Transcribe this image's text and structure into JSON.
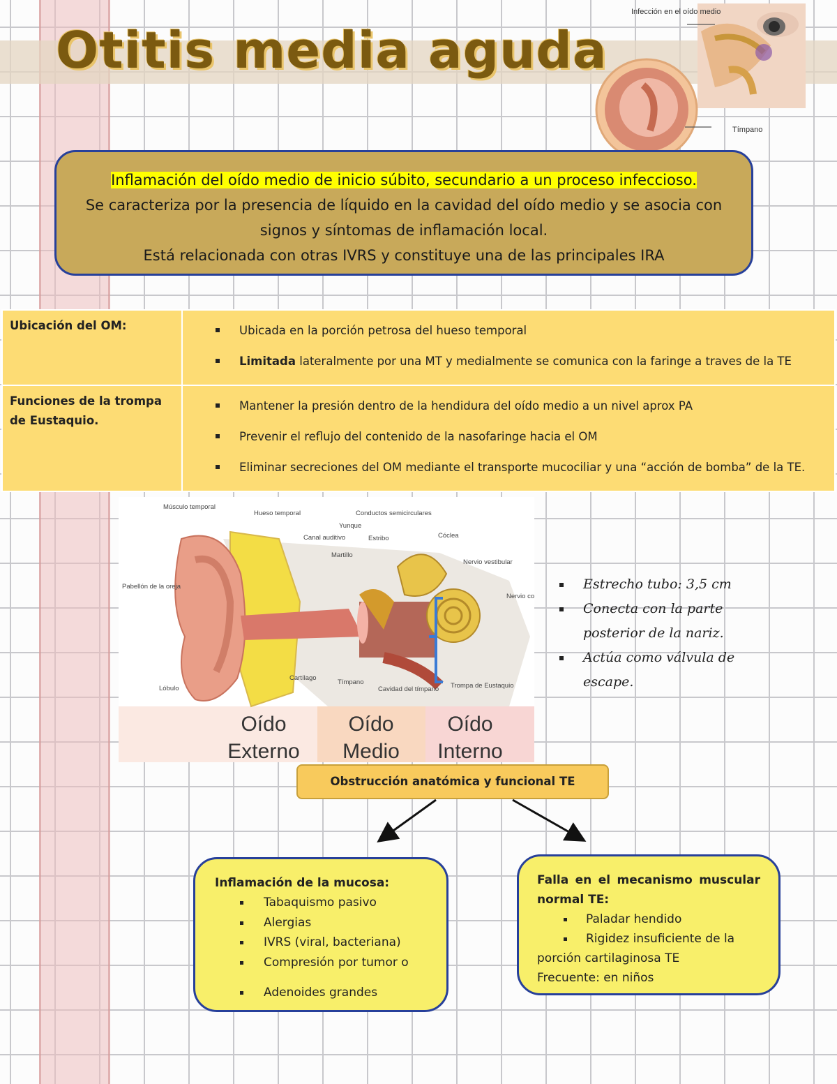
{
  "title": "Otitis media aguda",
  "top_illustration": {
    "label_infection": "Infección en el oído medio",
    "label_timpano": "Tímpano"
  },
  "summary": {
    "line1": "Inflamación del oído medio de inicio súbito, secundario a un proceso infeccioso.",
    "line2": "Se caracteriza por la presencia de líquido en la cavidad del oído medio y se asocia con signos y síntomas de inflamación local.",
    "line3": "Está relacionada con otras IVRS y constituye una de las principales IRA"
  },
  "table": {
    "row1": {
      "label": "Ubicación del OM:",
      "item1": "Ubicada en la porción petrosa del hueso temporal",
      "item2_bold": "Limitada",
      "item2_rest": " lateralmente por una MT y medialmente se comunica con la faringe a traves de la TE"
    },
    "row2": {
      "label": "Funciones de la trompa de Eustaquio.",
      "items": [
        "Mantener la presión dentro de la hendidura del oído medio a un nivel aprox PA",
        "Prevenir el reflujo del contenido de la nasofaringe hacia el OM",
        "Eliminar secreciones del OM mediante el transporte mucociliar y una “acción de bomba” de la TE."
      ]
    }
  },
  "anatomy": {
    "labels": {
      "musculo_temporal": "Músculo temporal",
      "hueso_temporal": "Hueso temporal",
      "conductos": "Conductos semicirculares",
      "yunque": "Yunque",
      "canal": "Canal auditivo",
      "estribo": "Estribo",
      "coclea": "Cóclea",
      "martillo": "Martillo",
      "nervio_vestibular": "Nervio vestibular",
      "pabellon": "Pabellón de la oreja",
      "nervio_coclear": "Nervio coclear",
      "cartilago": "Cartílago",
      "timpano": "Tímpano",
      "cavidad": "Cavidad del tímpano",
      "trompa": "Trompa de Eustaquio",
      "lobulo": "Lóbulo"
    },
    "sections": {
      "externo_1": "Oído",
      "externo_2": "Externo",
      "medio_1": "Oído",
      "medio_2": "Medio",
      "interno_1": "Oído",
      "interno_2": "Interno"
    }
  },
  "side_notes": [
    "Estrecho tubo: 3,5 cm",
    "Conecta con la parte posterior de la nariz.",
    "Actúa como válvula de escape."
  ],
  "obstruction": "Obstrucción anatómica y funcional TE",
  "left_bubble": {
    "heading": "Inflamación de la mucosa:",
    "items": [
      "Tabaquismo pasivo",
      "Alergias",
      "IVRS (viral, bacteriana)",
      "Compresión por tumor o",
      "Adenoides grandes"
    ]
  },
  "right_bubble": {
    "heading_1": "Falla en el mecanismo muscular",
    "heading_2": "normal TE:",
    "item1": "Paladar hendido",
    "item2": "Rigidez insuficiente de la",
    "item2_cont": "porción cartilaginosa TE",
    "note": "Frecuente: en niños"
  },
  "colors": {
    "title": "#7b5a10",
    "summary_bg": "#c8a95a",
    "table_bg": "#fddc74",
    "bubble_bg": "#f8ef6a",
    "border_blue": "#27409a",
    "obstruction_bg": "#f8ca5c"
  }
}
